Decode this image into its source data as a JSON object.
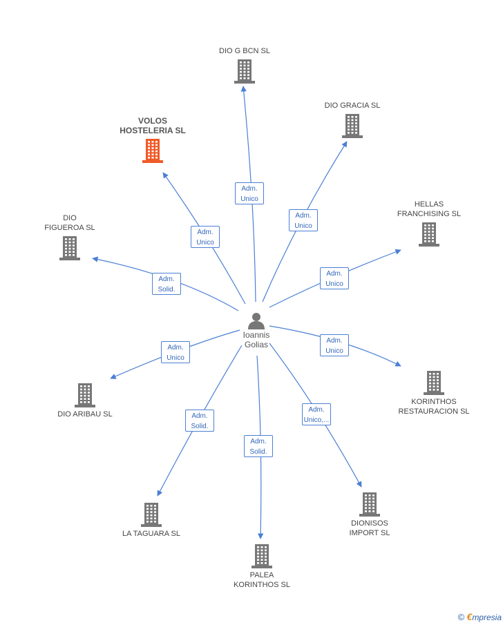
{
  "center": {
    "name": "Ioannis\nGolias",
    "icon": "person-icon"
  },
  "companies": [
    {
      "id": "dio-g-bcn",
      "name": "DIO G BCN  SL",
      "icon": "building-icon",
      "color": "#777777",
      "edge": "Adm.\nUnico"
    },
    {
      "id": "dio-gracia",
      "name": "DIO GRACIA SL",
      "icon": "building-icon",
      "color": "#777777",
      "edge": "Adm.\nUnico"
    },
    {
      "id": "volos",
      "name": "VOLOS\nHOSTELERIA SL",
      "icon": "building-icon",
      "color": "#f05a28",
      "highlight": true,
      "edge": "Adm.\nUnico"
    },
    {
      "id": "hellas",
      "name": "HELLAS\nFRANCHISING SL",
      "icon": "building-icon",
      "color": "#777777",
      "edge": "Adm.\nUnico"
    },
    {
      "id": "dio-figueroa",
      "name": "DIO\nFIGUEROA SL",
      "icon": "building-icon",
      "color": "#777777",
      "edge": "Adm.\nSolid."
    },
    {
      "id": "korinthos-rest",
      "name": "KORINTHOS\nRESTAURACION SL",
      "icon": "building-icon",
      "color": "#777777",
      "edge": "Adm.\nUnico"
    },
    {
      "id": "dio-aribau",
      "name": "DIO ARIBAU SL",
      "icon": "building-icon",
      "color": "#777777",
      "edge": "Adm.\nUnico"
    },
    {
      "id": "dionisos",
      "name": "DIONISOS\nIMPORT SL",
      "icon": "building-icon",
      "color": "#777777",
      "edge": "Adm.\nUnico,..."
    },
    {
      "id": "la-taguara",
      "name": "LA TAGUARA SL",
      "icon": "building-icon",
      "color": "#777777",
      "edge": "Adm.\nSolid."
    },
    {
      "id": "palea",
      "name": "PALEA\nKORINTHOS SL",
      "icon": "building-icon",
      "color": "#777777",
      "edge": "Adm.\nSolid."
    }
  ],
  "colors": {
    "edge": "#4a7fd4",
    "building": "#777777",
    "highlight": "#f05a28",
    "person": "#777777"
  },
  "footer": {
    "copyright": "©",
    "brand_initial": "€",
    "brand_rest": "mpresia"
  }
}
